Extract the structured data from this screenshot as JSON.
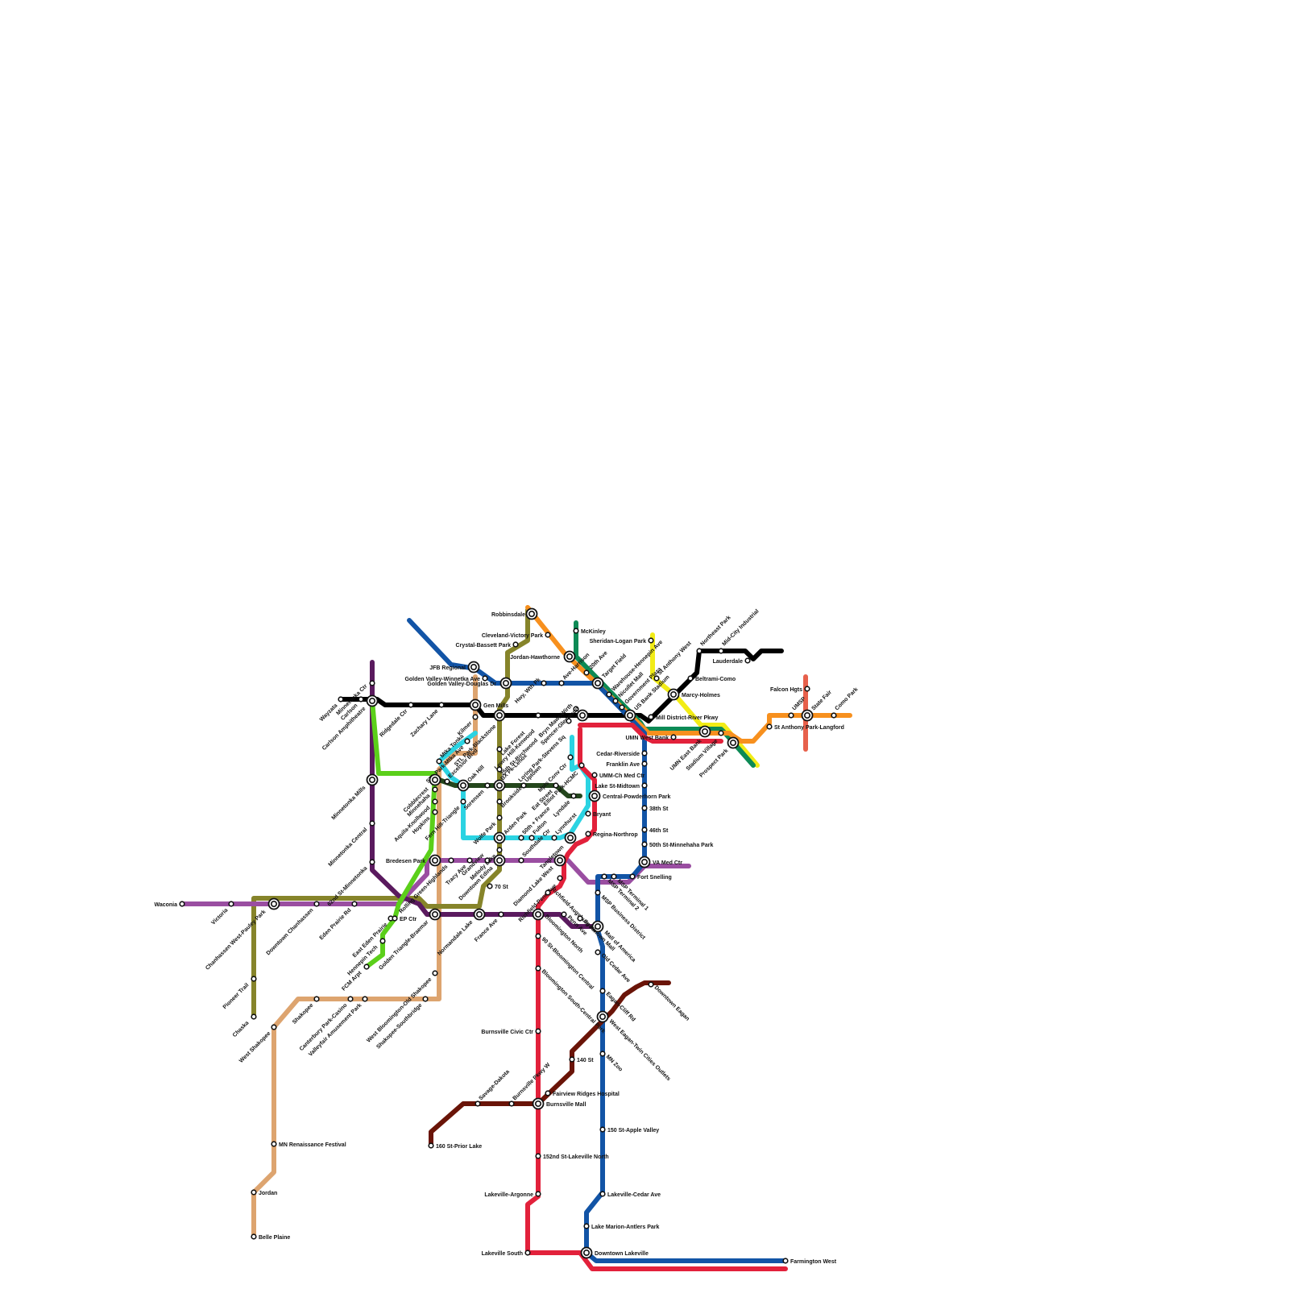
{
  "map": {
    "lines": [
      {
        "id": "blue",
        "color": "#1254a6"
      },
      {
        "id": "red",
        "color": "#e2213b"
      },
      {
        "id": "orange",
        "color": "#f7901e"
      },
      {
        "id": "green",
        "color": "#0d8a55"
      },
      {
        "id": "olive",
        "color": "#86842a"
      },
      {
        "id": "purple",
        "color": "#5a1a5e"
      },
      {
        "id": "lightpurple",
        "color": "#9a4ea1"
      },
      {
        "id": "lime",
        "color": "#5bcf1a"
      },
      {
        "id": "cyan",
        "color": "#2bd3e2"
      },
      {
        "id": "darkgreen",
        "color": "#24461c"
      },
      {
        "id": "black",
        "color": "#000000"
      },
      {
        "id": "yellow",
        "color": "#f2ec16"
      },
      {
        "id": "tan",
        "color": "#dda46f"
      },
      {
        "id": "maroon",
        "color": "#6a1408"
      },
      {
        "id": "salmon",
        "color": "#e7604b"
      }
    ],
    "stations": [
      {
        "label": "Robbinsdale"
      },
      {
        "label": "Cleveland-Victory Park"
      },
      {
        "label": "Crystal-Bassett Park"
      },
      {
        "label": "McKinley"
      },
      {
        "label": "Sheridan-Logan Park"
      },
      {
        "label": "Jordan-Hawthorne"
      },
      {
        "label": "20th Ave"
      },
      {
        "label": "Target Field"
      },
      {
        "label": "Warehouse-Hennepin Ave"
      },
      {
        "label": "Nicollet Mall"
      },
      {
        "label": "Government Plaza"
      },
      {
        "label": "US Bank Stadium"
      },
      {
        "label": "St Anthony West"
      },
      {
        "label": "Northeast Park"
      },
      {
        "label": "Mid-City Industrial"
      },
      {
        "label": "Lauderdale"
      },
      {
        "label": "Beltrami-Como"
      },
      {
        "label": "Marcy-Holmes"
      },
      {
        "label": "Mill District-River Pkwy"
      },
      {
        "label": "UMN West Bank"
      },
      {
        "label": "UMN East Bank"
      },
      {
        "label": "Stadium Village"
      },
      {
        "label": "Prospect Park"
      },
      {
        "label": "St Anthony Park-Langford"
      },
      {
        "label": "UMSP"
      },
      {
        "label": "Falcon Hgts"
      },
      {
        "label": "State Fair"
      },
      {
        "label": "Como Park"
      },
      {
        "label": "JFB Regional"
      },
      {
        "label": "Golden Valley-Winnetka Ave"
      },
      {
        "label": "Golden Valley-Douglas Dr"
      },
      {
        "label": "Hwy, Wth Pk"
      },
      {
        "label": "Ave-Harrison"
      },
      {
        "label": "Bryn Mawr-Wirth"
      },
      {
        "label": "Spencer-Glenwood"
      },
      {
        "label": "Wayzata"
      },
      {
        "label": "Carlson"
      },
      {
        "label": "Minnetonka Ctr"
      },
      {
        "label": "Carlson Amphitheatre"
      },
      {
        "label": "Ridgedale Ctr"
      },
      {
        "label": "Zachary Lane"
      },
      {
        "label": "Gen Mills"
      },
      {
        "label": "Kilmer"
      },
      {
        "label": "STL Park-Mtka Ave"
      },
      {
        "label": "STL Park-Blackstone"
      },
      {
        "label": "Lake Forest"
      },
      {
        "label": "25th St-Birchwood"
      },
      {
        "label": "Lowry Hill-Kenwood"
      },
      {
        "label": "Loring Park-Stevens Sq"
      },
      {
        "label": "Mpls Conv Ctr"
      },
      {
        "label": "Elliot Park-HCMC"
      },
      {
        "label": "UMM-Ch Med Ctr"
      },
      {
        "label": "Cedar-Riverside"
      },
      {
        "label": "Franklin Ave"
      },
      {
        "label": "Lake St-Midtown"
      },
      {
        "label": "38th St"
      },
      {
        "label": "46th St"
      },
      {
        "label": "50th St-Minnehaha Park"
      },
      {
        "label": "VA Med Ctr"
      },
      {
        "label": "Fort Snelling"
      },
      {
        "label": "MSP Terminal 1"
      },
      {
        "label": "MSP Terminal 2"
      },
      {
        "label": "MSP Business District"
      },
      {
        "label": "Central-Powderhorn Park"
      },
      {
        "label": "Bryant"
      },
      {
        "label": "Regina-Northrop"
      },
      {
        "label": "Eat Street"
      },
      {
        "label": "Lyndale"
      },
      {
        "label": "Minnetonka Mills"
      },
      {
        "label": "Cobblecrest"
      },
      {
        "label": "Minnehaha"
      },
      {
        "label": "Aquila-Knollwood"
      },
      {
        "label": "Hopkins"
      },
      {
        "label": "Excelsior Blvd"
      },
      {
        "label": "Mtka Tonka"
      },
      {
        "label": "Oak Hill"
      },
      {
        "label": "Sorensen"
      },
      {
        "label": "BX Pk-Lenox"
      },
      {
        "label": "Uptown"
      },
      {
        "label": "Fern Hill-Triangle"
      },
      {
        "label": "Brookside"
      },
      {
        "label": "Wolfe Park"
      },
      {
        "label": "Minnetonka Central"
      },
      {
        "label": "62nd St-Minnetonka"
      },
      {
        "label": "Bredesen Park"
      },
      {
        "label": "Rolling Green-Highlands"
      },
      {
        "label": "Tracy Ave"
      },
      {
        "label": "Grandview"
      },
      {
        "label": "Arden Park"
      },
      {
        "label": "50th + France"
      },
      {
        "label": "Fulton"
      },
      {
        "label": "Southdale Ctr"
      },
      {
        "label": "Lynnhurst"
      },
      {
        "label": "Tangletown"
      },
      {
        "label": "Diamond Lake West"
      },
      {
        "label": "Melody Lake"
      },
      {
        "label": "Downtown Edina"
      },
      {
        "label": "70 St"
      },
      {
        "label": "Richfield-Penn Ave"
      },
      {
        "label": "Richfield-Augsburg Pk"
      },
      {
        "label": "Chaska"
      },
      {
        "label": "Pioneer Trail"
      },
      {
        "label": "Chanhassen West-Pauley Park"
      },
      {
        "label": "Downtown Chanhassen"
      },
      {
        "label": "Eden Prairie Rd"
      },
      {
        "label": "East Eden Prairie"
      },
      {
        "label": "EP Ctr"
      },
      {
        "label": "Hennepin Tech"
      },
      {
        "label": "FCM Arpt"
      },
      {
        "label": "Golden Triangle-Braemar"
      },
      {
        "label": "Normandale Lake"
      },
      {
        "label": "France Ave"
      },
      {
        "label": "Bloomington North"
      },
      {
        "label": "90 St-Bloomington Central"
      },
      {
        "label": "Bloomington South-Central Park"
      },
      {
        "label": "Penn Ave"
      },
      {
        "label": "Mall of America"
      },
      {
        "label": "Old Cedar Ave"
      },
      {
        "label": "Southtown Mall"
      },
      {
        "label": "Waconia"
      },
      {
        "label": "Victoria"
      },
      {
        "label": "West Shakopee"
      },
      {
        "label": "Shakopee"
      },
      {
        "label": "Canterbury Park-Casino"
      },
      {
        "label": "Valleyfair Amusement Park"
      },
      {
        "label": "West Bloomington-Old Shakopee"
      },
      {
        "label": "Shakopee-Southbridge"
      },
      {
        "label": "MN Renaissance Festival"
      },
      {
        "label": "Jordan"
      },
      {
        "label": "Belle Plaine"
      },
      {
        "label": "Burnsville Civic Ctr"
      },
      {
        "label": "Savage-Dakota"
      },
      {
        "label": "Burnsville Pkwy W"
      },
      {
        "label": "Burnsville Mall"
      },
      {
        "label": "Fairview Ridges Hospital"
      },
      {
        "label": "140 St"
      },
      {
        "label": "160 St-Prior Lake"
      },
      {
        "label": "152nd St-Lakeville North"
      },
      {
        "label": "Lakeville-Argonne"
      },
      {
        "label": "Lakeville South"
      },
      {
        "label": "West Eagan-Twin Cities Outlets"
      },
      {
        "label": "Eagan-Cliff Rd"
      },
      {
        "label": "Downtown Eagan"
      },
      {
        "label": "MN Zoo"
      },
      {
        "label": "150 St-Apple Valley"
      },
      {
        "label": "Lakeville-Cedar Ave"
      },
      {
        "label": "Lake Marion-Antlers Park"
      },
      {
        "label": "Downtown Lakeville"
      },
      {
        "label": "Farmington West"
      }
    ]
  }
}
